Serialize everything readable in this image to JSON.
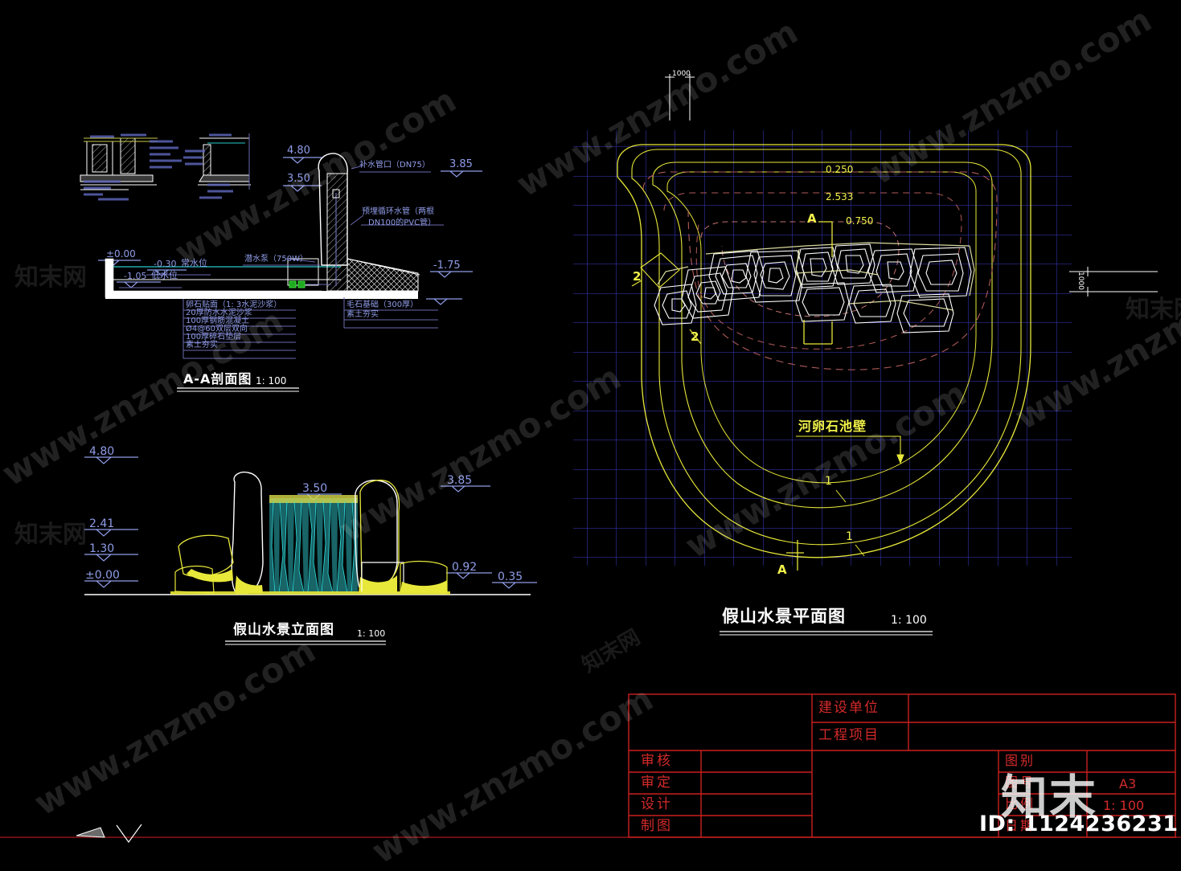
{
  "document": {
    "background_color": "#000000",
    "type": "CAD drawing",
    "sheet_size": "A3"
  },
  "section_view": {
    "title": "A-A剖面图",
    "scale": "1: 100",
    "levels": [
      {
        "value": "4.80"
      },
      {
        "value": "3.50"
      },
      {
        "value": "3.85"
      },
      {
        "value": "±0.00"
      },
      {
        "value": "-1.75"
      }
    ],
    "water_levels": [
      {
        "value": "-0.30",
        "label": "常水位"
      },
      {
        "value": "-1.05",
        "label": "低水位"
      }
    ],
    "annotations": [
      {
        "text": "补水管口（DN75）"
      },
      {
        "text": "预埋循环水管（两根"
      },
      {
        "text": "DN100的PVC管）"
      },
      {
        "text": "潜水泵（750W）"
      }
    ],
    "construction_layers": [
      "卵石贴面（1: 3水泥沙浆）",
      "20厚防水水泥沙浆",
      "100厚钢筋混凝土",
      "Ø4@60双层双向",
      "100厚碎石垫层",
      "素土夯实"
    ],
    "foundation_notes": [
      "毛石基础（300厚）",
      "素土夯实"
    ]
  },
  "elevation_view": {
    "title": "假山水景立面图",
    "scale": "1: 100",
    "levels_left": [
      "4.80",
      "2.41",
      "1.30",
      "±0.00"
    ],
    "levels_right": [
      "3.85",
      "0.92",
      "0.35"
    ],
    "level_center": "3.50"
  },
  "plan_view": {
    "title": "假山水景平面图",
    "scale": "1: 100",
    "dimension_top": "1000",
    "dimension_right": "1000",
    "contour_labels": [
      "0.250",
      "2.533",
      "0.750"
    ],
    "section_markers": [
      "A",
      "A"
    ],
    "detail_markers": [
      "2",
      "2",
      "1",
      "1"
    ],
    "annotations": [
      {
        "text": "河卵石池壁"
      }
    ],
    "grid_color": "#3c3cc8",
    "outline_color": "#f2f24a",
    "rock_color": "#ffffff",
    "contour_color": "#b05a5a"
  },
  "title_block": {
    "border_color": "#cc1f1f",
    "fields": {
      "construction_unit": {
        "label": "建设单位",
        "value": ""
      },
      "project": {
        "label": "工程项目",
        "value": ""
      },
      "review": {
        "label": "审核",
        "value": ""
      },
      "approve": {
        "label": "审定",
        "value": ""
      },
      "design": {
        "label": "设计",
        "value": ""
      },
      "draft": {
        "label": "制图",
        "value": ""
      },
      "drawing_type": {
        "label": "图别",
        "value": ""
      },
      "drawing_no": {
        "label": "图号",
        "value": "A3"
      },
      "scale": {
        "label": "比例",
        "value": "1: 100"
      },
      "date": {
        "label": "日期",
        "value": ""
      }
    }
  },
  "watermarks": {
    "site_text": "www.znzmo.com",
    "brand_text": "知末",
    "id_text": "ID: 1124236231",
    "small_brand": "知末网"
  }
}
